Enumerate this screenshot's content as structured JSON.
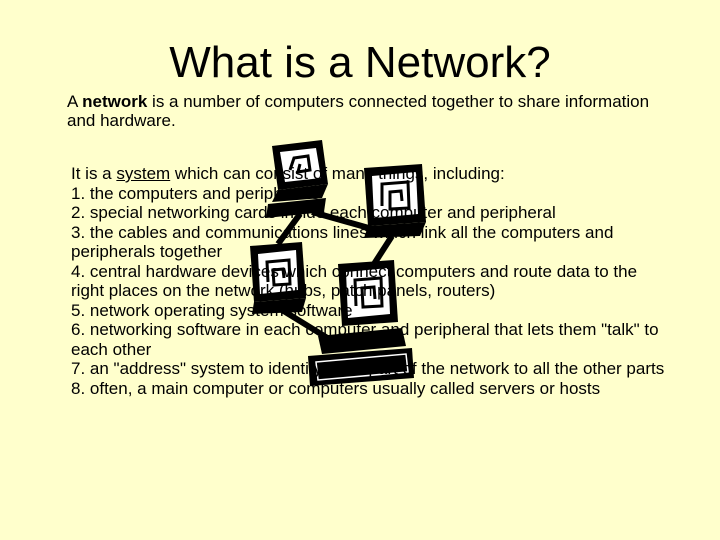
{
  "title": "What is a Network?",
  "intro": {
    "prefix": "A ",
    "bold": "network",
    "rest": " is a number of computers connected together to share information and hardware."
  },
  "body": {
    "lead_pre": "It is a ",
    "lead_link": "system",
    "lead_post": " which can consist of many things, including:",
    "items": [
      "1. the computers and peripherals",
      "2. special networking cards inside each computer and peripheral",
      "3. the cables and communications lines which link all the computers and peripherals together",
      "4. central hardware devices which connect computers and route data to the right places on the network (hubs, patch panels, routers)",
      "5. network operating system software",
      "6. networking software in each computer and peripheral that lets them \"talk\" to each other",
      "7. an \"address\" system to identify each part of the network to all the other parts",
      "8. often, a main computer or computers usually called servers or hosts"
    ]
  },
  "clipart": {
    "icon": "network-computers-icon"
  }
}
